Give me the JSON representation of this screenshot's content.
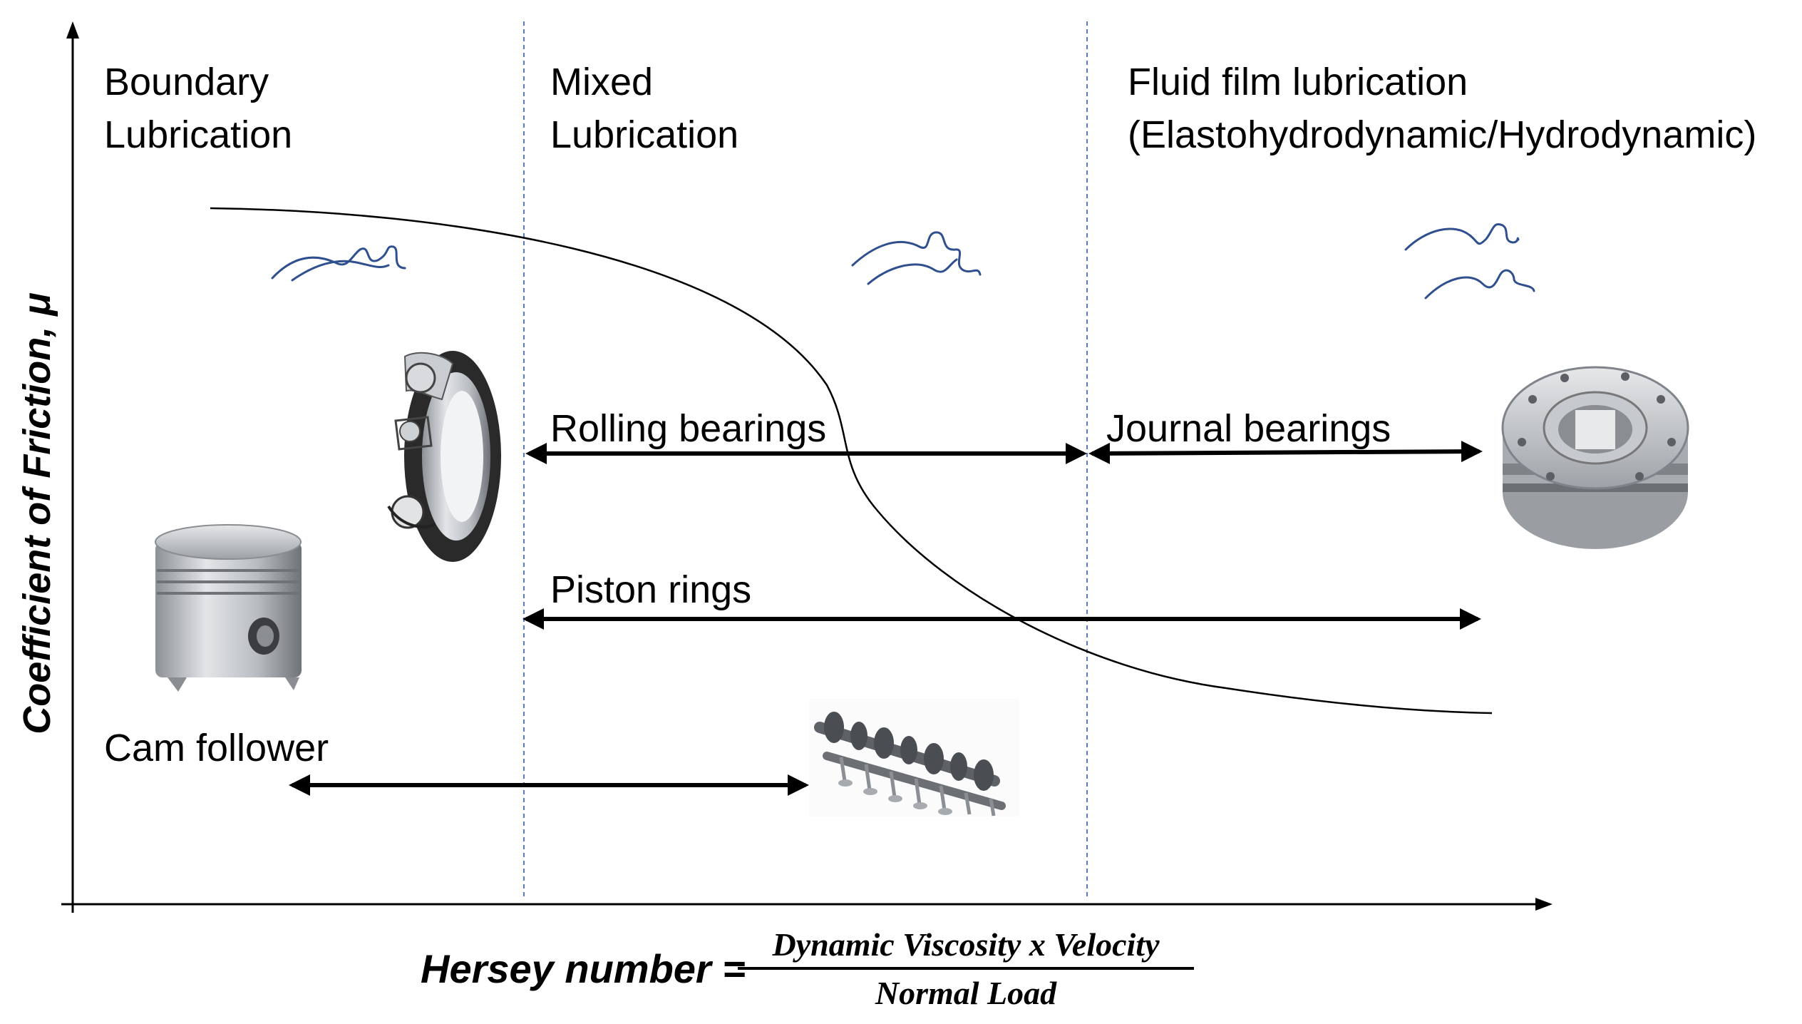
{
  "regions": {
    "boundary": {
      "line1": "Boundary",
      "line2": "Lubrication"
    },
    "mixed": {
      "line1": "Mixed",
      "line2": "Lubrication"
    },
    "fluid": {
      "line1": "Fluid film lubrication",
      "line2": "(Elastohydrodynamic/Hydrodynamic)"
    }
  },
  "components": {
    "rolling": "Rolling bearings",
    "journal": "Journal bearings",
    "piston": "Piston rings",
    "cam": "Cam follower"
  },
  "axes": {
    "ylabel": "Coefficient of Friction, μ",
    "xlabel_lhs": "Hersey number =",
    "xlabel_numerator": "Dynamic Viscosity x Velocity",
    "xlabel_denominator": "Normal Load"
  },
  "colors": {
    "curve": "#000000",
    "asperity": "#2f4f8f",
    "divider": "#5b7bb8",
    "arrow": "#000000"
  },
  "illustrations": [
    "ball-bearing",
    "piston",
    "journal-bearing",
    "camshaft"
  ]
}
